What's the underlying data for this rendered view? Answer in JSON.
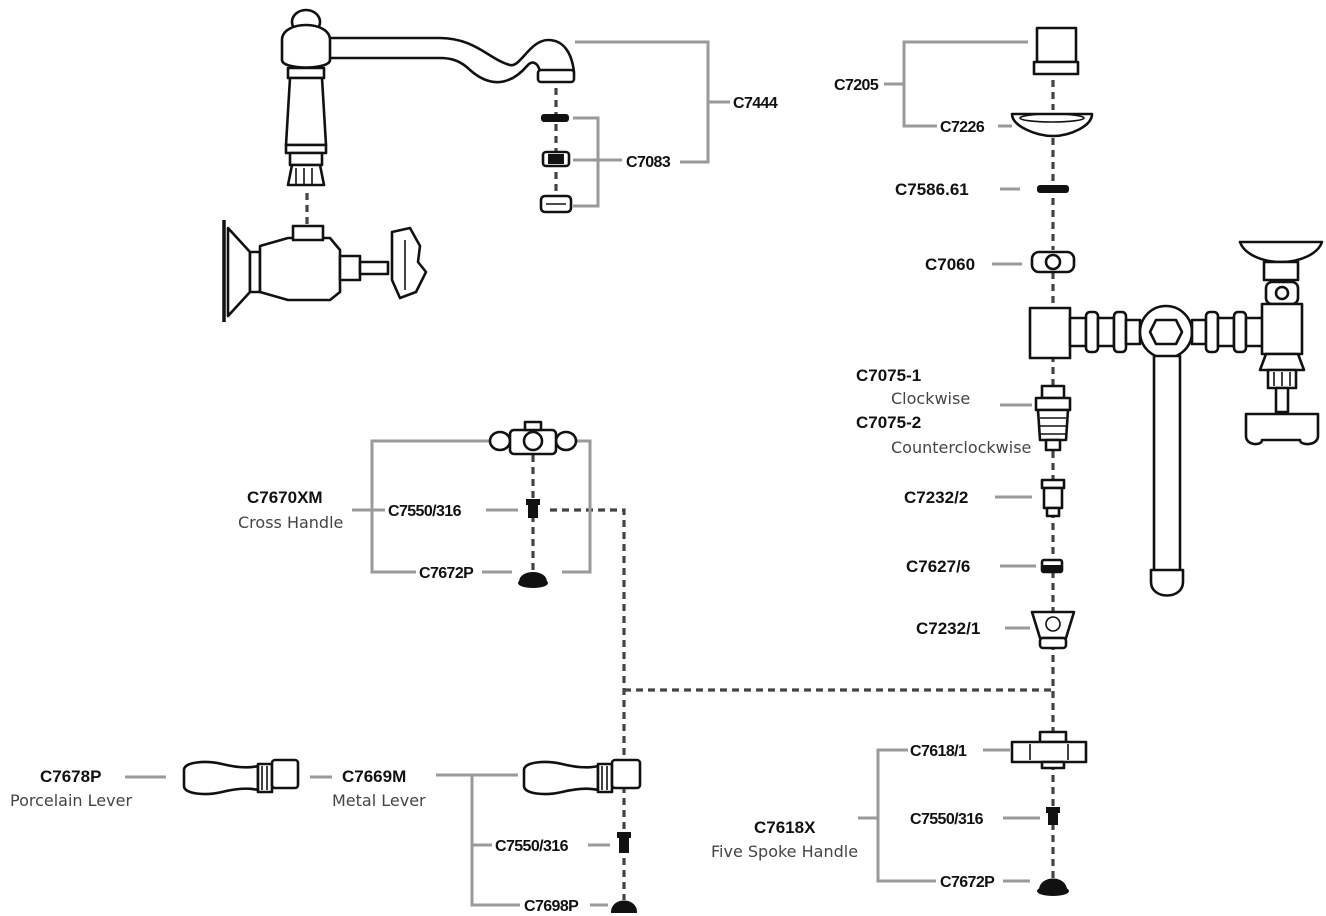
{
  "parts": {
    "c7444": "C7444",
    "c7083": "C7083",
    "c7205": "C7205",
    "c7226": "C7226",
    "c7586": "C7586.61",
    "c7060": "C7060",
    "c7075_1": "C7075-1",
    "c7075_1_desc": "Clockwise",
    "c7075_2": "C7075-2",
    "c7075_2_desc": "Counterclockwise",
    "c7232_2": "C7232/2",
    "c7627": "C7627/6",
    "c7232_1": "C7232/1",
    "c7670xm": "C7670XM",
    "c7670xm_desc": "Cross Handle",
    "c7550_cross": "C7550/316",
    "c7672p_cross": "C7672P",
    "c7678p": "C7678P",
    "c7678p_desc": "Porcelain Lever",
    "c7669m": "C7669M",
    "c7669m_desc": "Metal Lever",
    "c7550_lever": "C7550/316",
    "c7698p": "C7698P",
    "c7618_1": "C7618/1",
    "c7618x": "C7618X",
    "c7618x_desc": "Five Spoke Handle",
    "c7550_spoke": "C7550/316",
    "c7672p_spoke": "C7672P"
  },
  "icons": [
    "faucet-assembly",
    "valve-body",
    "spout-tip",
    "washer",
    "seat",
    "aerator",
    "cap",
    "escutcheon",
    "o-ring",
    "bonnet-nut",
    "cartridge",
    "spindle",
    "handle",
    "screw",
    "button-cap",
    "lever"
  ]
}
